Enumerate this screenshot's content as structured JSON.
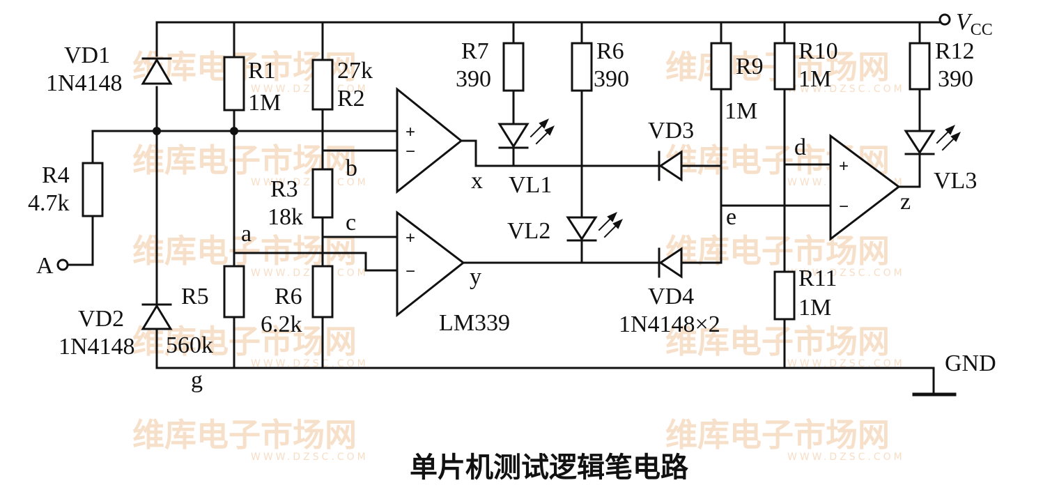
{
  "title": "单片机测试逻辑笔电路",
  "watermark": {
    "brand": "维库电子市场网",
    "site": "WWW.DZSC.COM"
  },
  "supply": {
    "vcc": "V",
    "vcc_sub": "CC",
    "gnd": "GND"
  },
  "input": "A",
  "nodes": {
    "a": "a",
    "b": "b",
    "c": "c",
    "d": "d",
    "e": "e",
    "g": "g",
    "x": "x",
    "y": "y",
    "z": "z"
  },
  "comparator_part": "LM339",
  "pins": {
    "plus": "+",
    "minus": "−"
  },
  "diodes": {
    "vd1_name": "VD1",
    "vd1_value": "1N4148",
    "vd2_name": "VD2",
    "vd2_value": "1N4148",
    "vd3_name": "VD3",
    "vd4_name": "VD4",
    "vd4_value": "1N4148×2"
  },
  "leds": {
    "vl1": "VL1",
    "vl2": "VL2",
    "vl3": "VL3"
  },
  "resistors": {
    "r1_name": "R1",
    "r1_value": "1M",
    "r2_name": "R2",
    "r2_value": "27k",
    "r3_name": "R3",
    "r3_value": "18k",
    "r4_name": "R4",
    "r4_value": "4.7k",
    "r5_name": "R5",
    "r5_value": "560k",
    "r6_name": "R6",
    "r6_value": "6.2k",
    "r6b_name": "R6",
    "r6b_value": "390",
    "r7_name": "R7",
    "r7_value": "390",
    "r9_name": "R9",
    "r9_value": "1M",
    "r10_name": "R10",
    "r10_value": "1M",
    "r11_name": "R11",
    "r11_value": "1M",
    "r12_name": "R12",
    "r12_value": "390"
  }
}
